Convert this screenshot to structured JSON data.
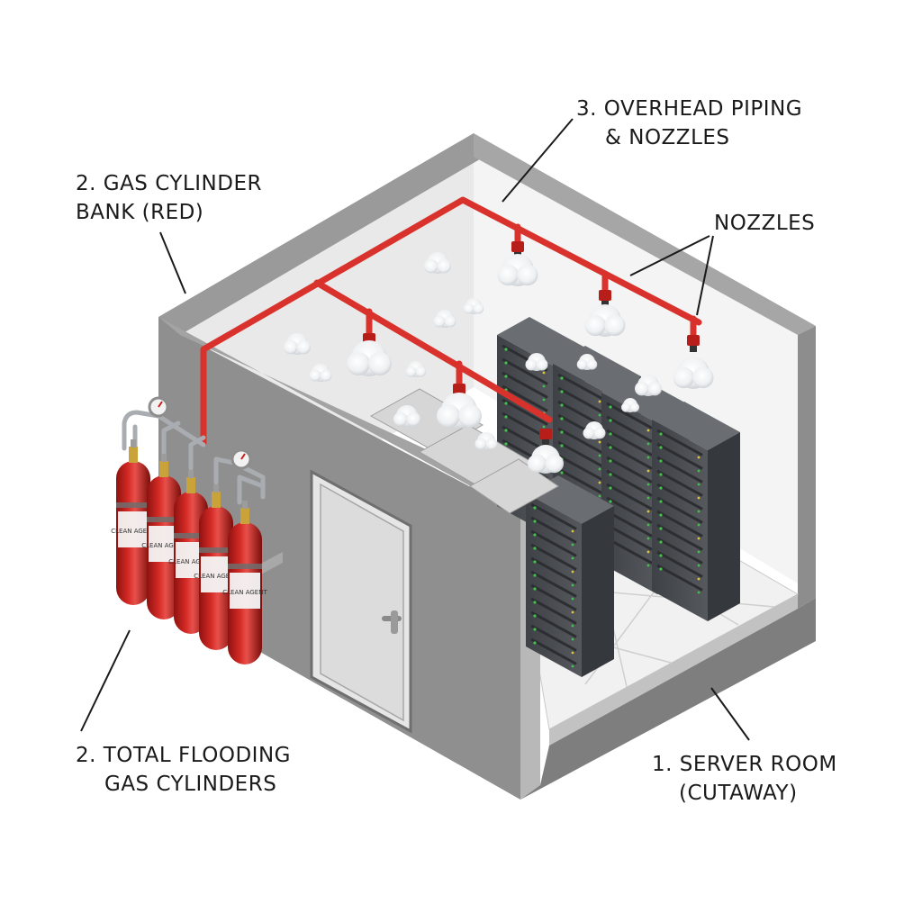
{
  "labels": {
    "gas_cylinder_bank": {
      "line1": "2. GAS CYLINDER",
      "line2": "BANK (RED)"
    },
    "overhead_piping": {
      "line1": "3. OVERHEAD PIPING",
      "line2": "& NOZZLES"
    },
    "nozzles": "NOZZLES",
    "flooding_cylinders": {
      "line1": "2. TOTAL FLOODING",
      "line2": "GAS CYLINDERS"
    },
    "server_room": {
      "line1": "1. SERVER ROOM",
      "line2": "(CUTAWAY)"
    }
  },
  "cylinder_tag_text": "CLEAN AGENT",
  "colors": {
    "pipe_red": "#d9322c",
    "cylinder_red": "#c4201c",
    "wall_gray": "#8c8c8c",
    "wall_light": "#ececec",
    "rack_dark": "#4a4d52",
    "led_green": "#43c24a"
  }
}
